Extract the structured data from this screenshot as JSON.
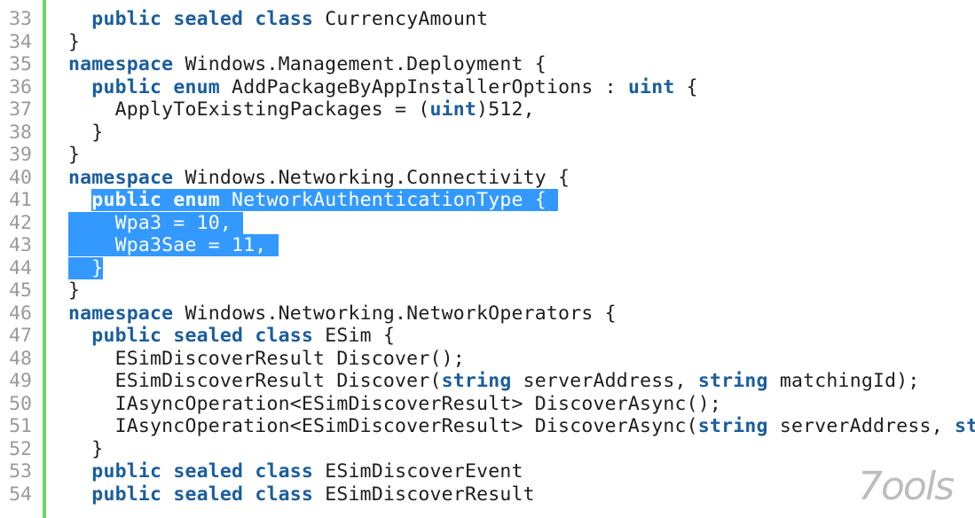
{
  "colors": {
    "keyword": "#1a5e9e",
    "text": "#1e1e1e",
    "line_number": "#9a9a9a",
    "selection": "#3399ff",
    "change_bar": "#6fd46f"
  },
  "watermark": "7ools",
  "lines": [
    {
      "n": "33",
      "indent": 1,
      "tokens": [
        [
          "public",
          "kw"
        ],
        [
          " "
        ],
        [
          "sealed",
          "kw"
        ],
        [
          " "
        ],
        [
          "class",
          "kw"
        ],
        [
          " CurrencyAmount"
        ]
      ]
    },
    {
      "n": "34",
      "indent": 0,
      "tokens": [
        [
          "}"
        ]
      ]
    },
    {
      "n": "35",
      "indent": 0,
      "tokens": [
        [
          "namespace",
          "kw"
        ],
        [
          " Windows.Management.Deployment {"
        ]
      ]
    },
    {
      "n": "36",
      "indent": 1,
      "tokens": [
        [
          "public",
          "kw"
        ],
        [
          " "
        ],
        [
          "enum",
          "kw"
        ],
        [
          " AddPackageByAppInstallerOptions : "
        ],
        [
          "uint",
          "kw"
        ],
        [
          " {"
        ]
      ]
    },
    {
      "n": "37",
      "indent": 2,
      "tokens": [
        [
          "ApplyToExistingPackages = ("
        ],
        [
          "uint",
          "kw"
        ],
        [
          ")512,"
        ]
      ]
    },
    {
      "n": "38",
      "indent": 1,
      "tokens": [
        [
          "}"
        ]
      ]
    },
    {
      "n": "39",
      "indent": 0,
      "tokens": [
        [
          "}"
        ]
      ]
    },
    {
      "n": "40",
      "indent": 0,
      "tokens": [
        [
          "namespace",
          "kw"
        ],
        [
          " Windows.Networking.Connectivity {"
        ]
      ]
    },
    {
      "n": "41",
      "indent": 1,
      "selected": "text",
      "tokens": [
        [
          "public",
          "kw"
        ],
        [
          " "
        ],
        [
          "enum",
          "kw"
        ],
        [
          " NetworkAuthenticationType { "
        ]
      ]
    },
    {
      "n": "42",
      "indent": 2,
      "selected": "full",
      "tokens": [
        [
          "Wpa3 = 10, "
        ]
      ]
    },
    {
      "n": "43",
      "indent": 2,
      "selected": "full",
      "tokens": [
        [
          "Wpa3Sae = 11, "
        ]
      ]
    },
    {
      "n": "44",
      "indent": 1,
      "selected": "full",
      "tokens": [
        [
          "}"
        ]
      ]
    },
    {
      "n": "45",
      "indent": 0,
      "tokens": [
        [
          "}"
        ]
      ]
    },
    {
      "n": "46",
      "indent": 0,
      "tokens": [
        [
          "namespace",
          "kw"
        ],
        [
          " Windows.Networking.NetworkOperators {"
        ]
      ]
    },
    {
      "n": "47",
      "indent": 1,
      "tokens": [
        [
          "public",
          "kw"
        ],
        [
          " "
        ],
        [
          "sealed",
          "kw"
        ],
        [
          " "
        ],
        [
          "class",
          "kw"
        ],
        [
          " ESim {"
        ]
      ]
    },
    {
      "n": "48",
      "indent": 2,
      "tokens": [
        [
          "ESimDiscoverResult Discover();"
        ]
      ]
    },
    {
      "n": "49",
      "indent": 2,
      "tokens": [
        [
          "ESimDiscoverResult Discover("
        ],
        [
          "string",
          "kw"
        ],
        [
          " serverAddress, "
        ],
        [
          "string",
          "kw"
        ],
        [
          " matchingId);"
        ]
      ]
    },
    {
      "n": "50",
      "indent": 2,
      "tokens": [
        [
          "IAsyncOperation<ESimDiscoverResult> DiscoverAsync();"
        ]
      ]
    },
    {
      "n": "51",
      "indent": 2,
      "tokens": [
        [
          "IAsyncOperation<ESimDiscoverResult> DiscoverAsync("
        ],
        [
          "string",
          "kw"
        ],
        [
          " serverAddress, "
        ],
        [
          "st",
          "kw"
        ]
      ]
    },
    {
      "n": "52",
      "indent": 1,
      "tokens": [
        [
          "}"
        ]
      ]
    },
    {
      "n": "53",
      "indent": 1,
      "tokens": [
        [
          "public",
          "kw"
        ],
        [
          " "
        ],
        [
          "sealed",
          "kw"
        ],
        [
          " "
        ],
        [
          "class",
          "kw"
        ],
        [
          " ESimDiscoverEvent"
        ]
      ]
    },
    {
      "n": "54",
      "indent": 1,
      "tokens": [
        [
          "public",
          "kw"
        ],
        [
          " "
        ],
        [
          "sealed",
          "kw"
        ],
        [
          " "
        ],
        [
          "class",
          "kw"
        ],
        [
          " ESimDiscoverResult"
        ]
      ]
    }
  ]
}
